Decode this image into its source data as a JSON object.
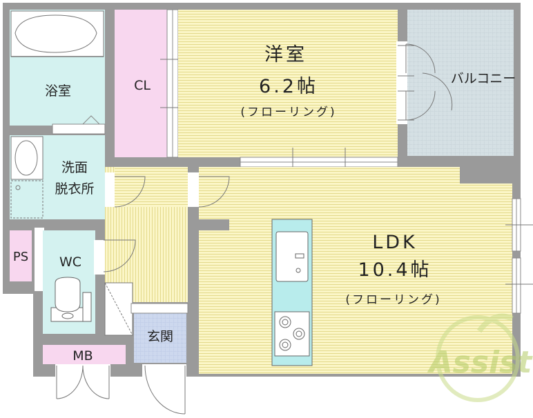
{
  "rooms": {
    "western": {
      "name": "洋室",
      "size": "6.2帖",
      "floor": "(フローリング)"
    },
    "ldk": {
      "name": "LDK",
      "size": "10.4帖",
      "floor": "(フローリング)"
    },
    "bath": "浴室",
    "closet": "CL",
    "washroom_line1": "洗面",
    "washroom_line2": "脱衣所",
    "balcony": "バルコニー",
    "pipe_space": "PS",
    "toilet": "WC",
    "entrance": "玄関",
    "meter_box": "MB"
  },
  "watermark": "Assist",
  "colors": {
    "wall": "#9a9a9a",
    "floor": "#fbf6c7",
    "floor_line": "#e3d98a",
    "wet": "#d4f2f0",
    "closet": "#f8d7ef",
    "balcony": "#d5e0e4",
    "entrance": "#cdd8ee",
    "watermark": "#b3cc66"
  }
}
